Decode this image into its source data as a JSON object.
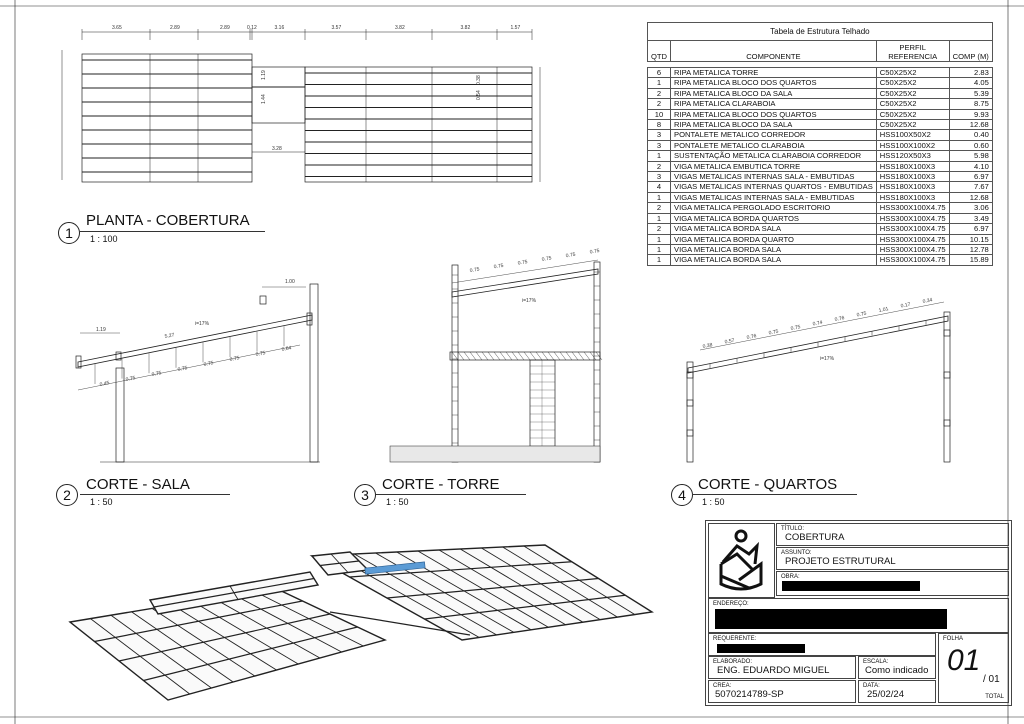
{
  "table": {
    "title": "Tabela de Estrutura Telhado",
    "headers": {
      "qtd": "QTD",
      "componente": "COMPONENTE",
      "perfil": "PERFIL\nREFERENCIA",
      "comp": "COMP (M)"
    },
    "rows": [
      {
        "qtd": "6",
        "componente": "RIPA METALICA TORRE",
        "perfil": "C50X25X2",
        "comp": "2.83"
      },
      {
        "qtd": "1",
        "componente": "RIPA METALICA BLOCO DOS QUARTOS",
        "perfil": "C50X25X2",
        "comp": "4.05"
      },
      {
        "qtd": "2",
        "componente": "RIPA METALICA BLOCO DA SALA",
        "perfil": "C50X25X2",
        "comp": "5.39"
      },
      {
        "qtd": "2",
        "componente": "RIPA METALICA CLARABOIA",
        "perfil": "C50X25X2",
        "comp": "8.75"
      },
      {
        "qtd": "10",
        "componente": "RIPA METALICA BLOCO DOS QUARTOS",
        "perfil": "C50X25X2",
        "comp": "9.93"
      },
      {
        "qtd": "8",
        "componente": "RIPA METALICA BLOCO DA SALA",
        "perfil": "C50X25X2",
        "comp": "12.68"
      },
      {
        "qtd": "3",
        "componente": "PONTALETE METALICO CORREDOR",
        "perfil": "HSS100X50X2",
        "comp": "0.40"
      },
      {
        "qtd": "3",
        "componente": "PONTALETE METALICO CLARABOIA",
        "perfil": "HSS100X100X2",
        "comp": "0.60"
      },
      {
        "qtd": "1",
        "componente": "SUSTENTAÇÃO METALICA CLARABOIA CORREDOR",
        "perfil": "HSS120X50X3",
        "comp": "5.98"
      },
      {
        "qtd": "2",
        "componente": "VIGA METALICA EMBUTICA TORRE",
        "perfil": "HSS180X100X3",
        "comp": "4.10"
      },
      {
        "qtd": "3",
        "componente": "VIGAS METALICAS INTERNAS SALA - EMBUTIDAS",
        "perfil": "HSS180X100X3",
        "comp": "6.97"
      },
      {
        "qtd": "4",
        "componente": "VIGAS METALICAS INTERNAS QUARTOS - EMBUTIDAS",
        "perfil": "HSS180X100X3",
        "comp": "7.67"
      },
      {
        "qtd": "1",
        "componente": "VIGAS METALICAS INTERNAS SALA - EMBUTIDAS",
        "perfil": "HSS180X100X3",
        "comp": "12.68"
      },
      {
        "qtd": "2",
        "componente": "VIGA METALICA PERGOLADO ESCRITORIO",
        "perfil": "HSS300X100X4.75",
        "comp": "3.06"
      },
      {
        "qtd": "1",
        "componente": "VIGA METALICA BORDA QUARTOS",
        "perfil": "HSS300X100X4.75",
        "comp": "3.49"
      },
      {
        "qtd": "2",
        "componente": "VIGA METALICA BORDA SALA",
        "perfil": "HSS300X100X4.75",
        "comp": "6.97"
      },
      {
        "qtd": "1",
        "componente": "VIGA METALICA BORDA QUARTO",
        "perfil": "HSS300X100X4.75",
        "comp": "10.15"
      },
      {
        "qtd": "1",
        "componente": "VIGA METALICA BORDA SALA",
        "perfil": "HSS300X100X4.75",
        "comp": "12.78"
      },
      {
        "qtd": "1",
        "componente": "VIGA METALICA BORDA SALA",
        "perfil": "HSS300X100X4.75",
        "comp": "15.89"
      }
    ]
  },
  "views": [
    {
      "num": "1",
      "name": "PLANTA - COBERTURA",
      "scale": "1 : 100"
    },
    {
      "num": "2",
      "name": "CORTE - SALA",
      "scale": "1 : 50"
    },
    {
      "num": "3",
      "name": "CORTE - TORRE",
      "scale": "1 : 50"
    },
    {
      "num": "4",
      "name": "CORTE - QUARTOS",
      "scale": "1 : 50"
    }
  ],
  "plan_dims": {
    "top": [
      "3.65",
      "2.89",
      "2.89",
      "0.12",
      "3.16",
      "3.57",
      "3.82",
      "3.82",
      "1.57"
    ],
    "inner": [
      "1.19",
      "1.44",
      "3.28",
      "0.38",
      "0.54"
    ]
  },
  "sections": {
    "slope": "i=17%",
    "sala_dims": [
      "1.00",
      "1.19",
      "5.27",
      "0.45",
      "0.75",
      "0.75",
      "0.75",
      "0.75",
      "0.75",
      "0.75",
      "0.64"
    ],
    "torre_dims": [
      "0.75",
      "0.75",
      "0.75",
      "0.75",
      "0.75",
      "0.75"
    ],
    "quartos_dims": [
      "0.38",
      "0.57",
      "0.76",
      "0.75",
      "0.75",
      "0.74",
      "0.76",
      "0.75",
      "1.01",
      "0.17",
      "0.34"
    ]
  },
  "title_block": {
    "titulo_label": "TÍTULO:",
    "titulo": "COBERTURA",
    "assunto_label": "ASSUNTO:",
    "assunto": "PROJETO ESTRUTURAL",
    "obra_label": "OBRA:",
    "endereco_label": "ENDEREÇO:",
    "requerente_label": "REQUERENTE:",
    "elaborado_label": "ELABORADO:",
    "elaborado": "ENG. EDUARDO MIGUEL",
    "escala_label": "ESCALA:",
    "escala": "Como indicado",
    "crea_label": "CREA:",
    "crea": "5070214789-SP",
    "data_label": "DATA:",
    "data": "25/02/24",
    "folha_label": "FOLHA",
    "folha": "01",
    "total": "/ 01",
    "total_label": "TOTAL"
  },
  "colors": {
    "line": "#222222",
    "highlight": "#5b9bd5"
  }
}
